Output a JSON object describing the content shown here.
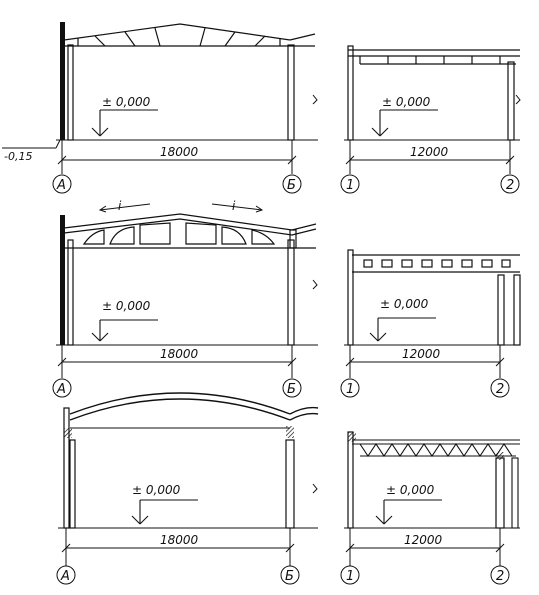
{
  "diagram": {
    "panels": [
      {
        "id": "row1-cross-section",
        "level_mark": "± 0,000",
        "extra_level": "-0,15",
        "span": "18000",
        "axes": [
          "А",
          "Б"
        ]
      },
      {
        "id": "row1-long-section",
        "level_mark": "± 0,000",
        "span": "12000",
        "axes": [
          "1",
          "2"
        ]
      },
      {
        "id": "row2-cross-section",
        "level_mark": "± 0,000",
        "span": "18000",
        "axes": [
          "А",
          "Б"
        ],
        "slope_labels": [
          "i",
          "i"
        ]
      },
      {
        "id": "row2-long-section",
        "level_mark": "± 0,000",
        "span": "12000",
        "axes": [
          "1",
          "2"
        ]
      },
      {
        "id": "row3-cross-section",
        "level_mark": "± 0,000",
        "span": "18000",
        "axes": [
          "А",
          "Б"
        ]
      },
      {
        "id": "row3-long-section",
        "level_mark": "± 0,000",
        "span": "12000",
        "axes": [
          "1",
          "2"
        ]
      }
    ]
  }
}
